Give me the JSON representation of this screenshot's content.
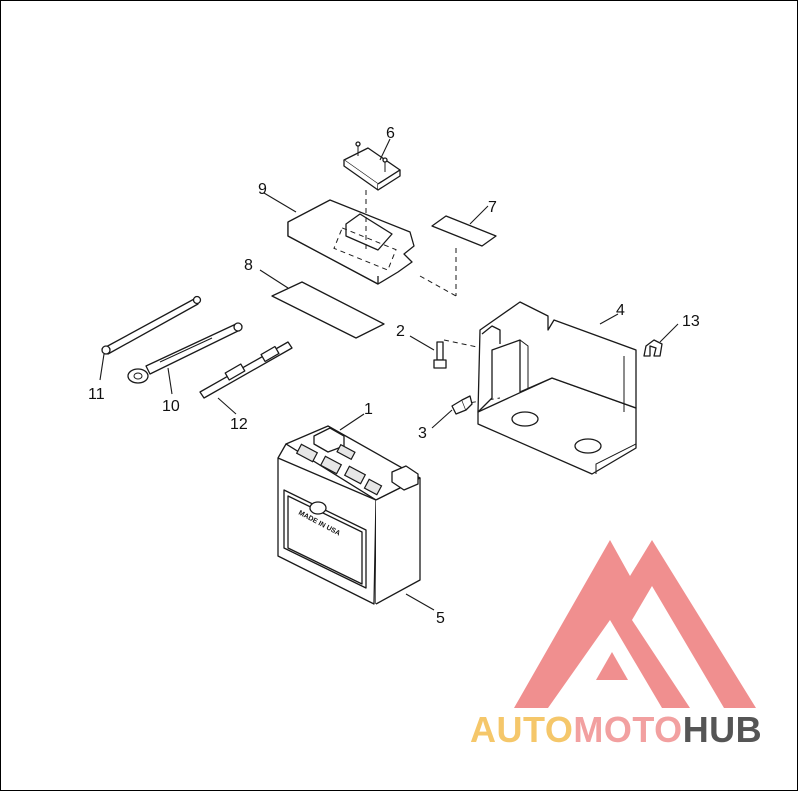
{
  "callouts": [
    {
      "id": "1",
      "label": "1"
    },
    {
      "id": "2",
      "label": "2"
    },
    {
      "id": "3",
      "label": "3"
    },
    {
      "id": "4",
      "label": "4"
    },
    {
      "id": "5",
      "label": "5"
    },
    {
      "id": "6",
      "label": "6"
    },
    {
      "id": "7",
      "label": "7"
    },
    {
      "id": "8",
      "label": "8"
    },
    {
      "id": "9",
      "label": "9"
    },
    {
      "id": "10",
      "label": "10"
    },
    {
      "id": "11",
      "label": "11"
    },
    {
      "id": "12",
      "label": "12"
    },
    {
      "id": "13",
      "label": "13"
    }
  ],
  "battery": {
    "case_text": "MADE IN USA"
  },
  "watermark": {
    "part1": "AUTO",
    "part2": "MOTO",
    "part3": "HUB",
    "colors": {
      "logo": "#f08a8a",
      "auto": "#f5c76a",
      "moto": "#f2a0a0",
      "hub": "#555555"
    }
  }
}
